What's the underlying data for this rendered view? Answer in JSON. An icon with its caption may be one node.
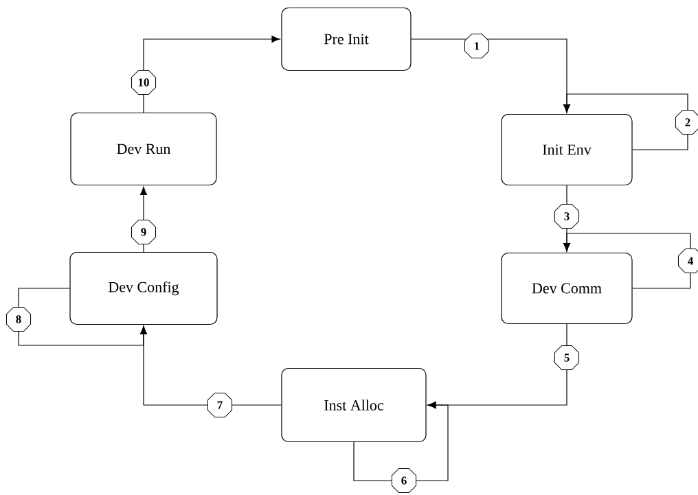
{
  "diagram": {
    "nodes": [
      {
        "text": [
          "Pre Init"
        ]
      },
      {
        "text": [
          "Init Env"
        ]
      },
      {
        "text": [
          "Dev Comm"
        ]
      },
      {
        "text": [
          "Inst Alloc"
        ]
      },
      {
        "text": [
          "Dev Config"
        ]
      },
      {
        "text": [
          "Dev Run"
        ]
      }
    ],
    "edges": [
      {
        "from": 0,
        "to": 1,
        "arrow": "to",
        "label": "1"
      },
      {
        "from": 1,
        "to": 1,
        "arrow": "to",
        "label": "2"
      },
      {
        "from": 1,
        "to": 2,
        "arrow": "to",
        "label": "3"
      },
      {
        "from": 2,
        "to": 2,
        "arrow": "to",
        "label": "4"
      },
      {
        "from": 2,
        "to": 3,
        "arrow": "to",
        "label": "5"
      },
      {
        "from": 3,
        "to": 3,
        "arrow": "to",
        "label": "6"
      },
      {
        "from": 3,
        "to": 4,
        "arrow": "to",
        "label": "7"
      },
      {
        "from": 4,
        "to": 4,
        "arrow": "to",
        "label": "8"
      },
      {
        "from": 4,
        "to": 5,
        "arrow": "to",
        "label": "9"
      },
      {
        "from": 5,
        "to": 0,
        "arrow": "to",
        "label": "10"
      }
    ]
  }
}
